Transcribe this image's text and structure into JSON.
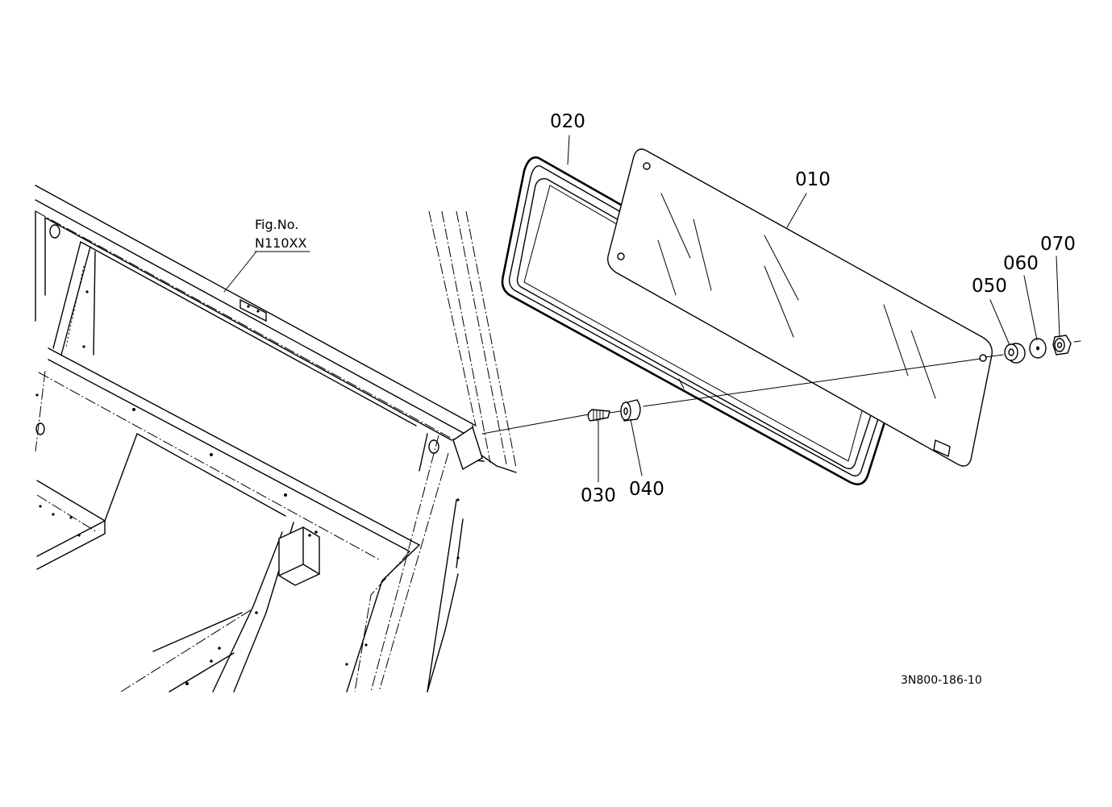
{
  "figure": {
    "fig_no_label": "Fig.No.",
    "fig_no_value": "N110XX",
    "drawing_number": "3N800-186-10"
  },
  "parts": [
    {
      "id": "010",
      "label": "010"
    },
    {
      "id": "020",
      "label": "020"
    },
    {
      "id": "030",
      "label": "030"
    },
    {
      "id": "040",
      "label": "040"
    },
    {
      "id": "050",
      "label": "050"
    },
    {
      "id": "060",
      "label": "060"
    },
    {
      "id": "070",
      "label": "070"
    }
  ]
}
